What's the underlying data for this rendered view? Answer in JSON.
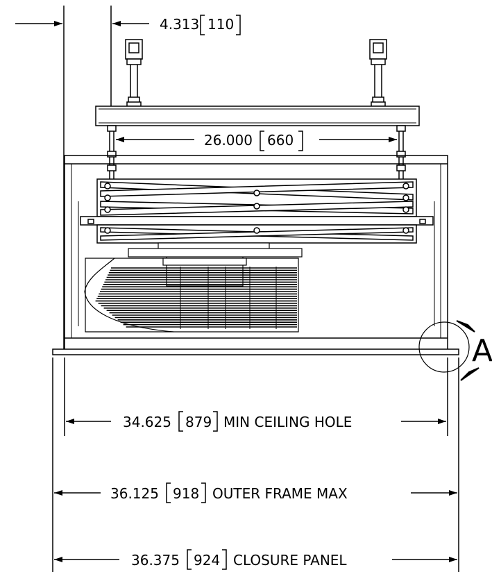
{
  "drawing": {
    "dimensions": {
      "offset": {
        "value": "4.313",
        "metric": "110",
        "label": ""
      },
      "anchor_span": {
        "value": "26.000",
        "metric": "660",
        "label": ""
      },
      "ceiling_hole": {
        "value": "34.625",
        "metric": "879",
        "label": "MIN CEILING HOLE"
      },
      "outer_frame": {
        "value": "36.125",
        "metric": "918",
        "label": "OUTER FRAME MAX"
      },
      "closure_panel": {
        "value": "36.375",
        "metric": "924",
        "label": "CLOSURE PANEL"
      }
    },
    "detail_callout": "A"
  }
}
